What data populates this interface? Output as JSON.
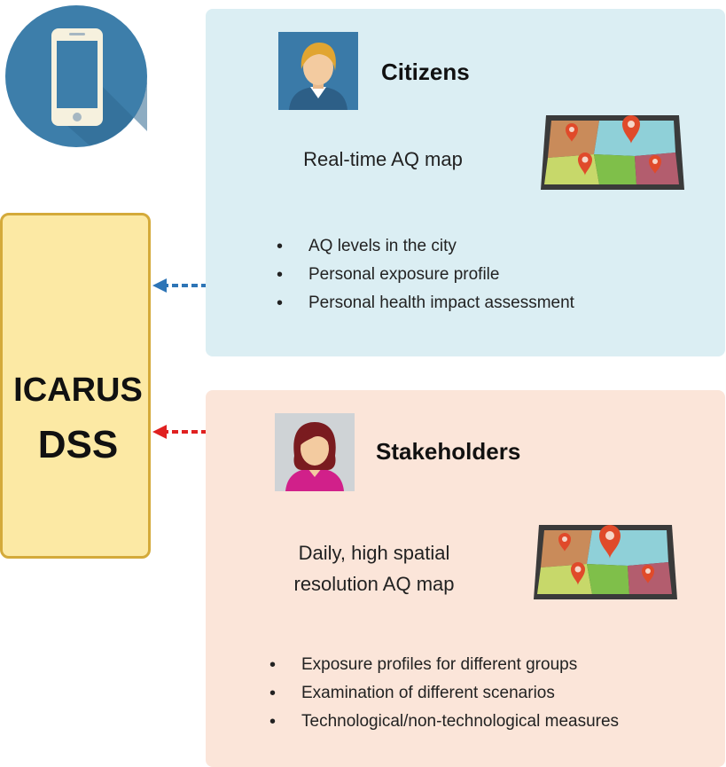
{
  "dss": {
    "line1": "ICARUS",
    "line2": "DSS"
  },
  "citizens": {
    "title": "Citizens",
    "map_label": "Real-time AQ map",
    "bullets": [
      "AQ levels in the city",
      "Personal exposure profile",
      "Personal health impact assessment"
    ],
    "arrow_color": "#2e75b6"
  },
  "stakeholders": {
    "title": "Stakeholders",
    "map_label_line1": "Daily, high spatial",
    "map_label_line2": "resolution AQ map",
    "bullets": [
      "Exposure profiles for different groups",
      "Examination of different scenarios",
      "Technological/non-technological measures"
    ],
    "arrow_color": "#e02020"
  },
  "colors": {
    "citizens_panel": "#dbeef3",
    "stakeholders_panel": "#fbe5d9",
    "dss_fill": "#fce9a4",
    "dss_border": "#d4aa3a",
    "phone_circle": "#3d7eaa"
  },
  "icons": [
    "smartphone-icon",
    "male-avatar-icon",
    "female-avatar-icon",
    "city-map-icon",
    "map-pin-icon"
  ]
}
